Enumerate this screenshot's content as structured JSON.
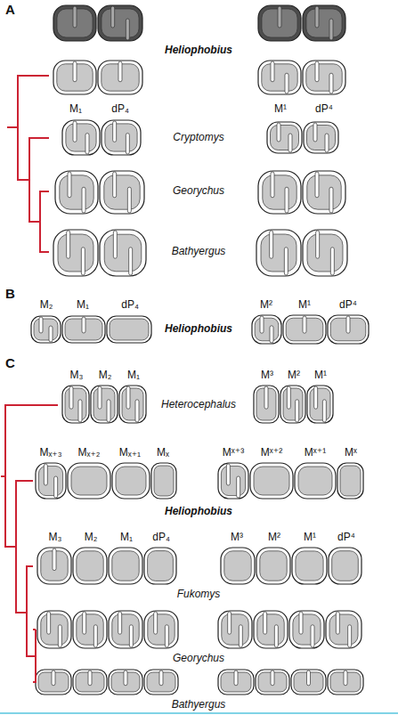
{
  "diagram": {
    "labels": [
      "A",
      "Heliophobius",
      "M₁",
      "dP₄",
      "M¹",
      "dP⁴",
      "Cryptomys",
      "Georychus",
      "Bathyergus",
      "B",
      "M₂",
      "M₁",
      "dP₄",
      "M²",
      "M¹",
      "dP⁴",
      "Heliophobius",
      "C",
      "M₃",
      "M₂",
      "M₁",
      "M³",
      "M²",
      "M¹",
      "Heterocephalus",
      "Mₓ₊₃",
      "Mₓ₊₂",
      "Mₓ₊₁",
      "Mₓ",
      "Mˣ⁺³",
      "Mˣ⁺²",
      "Mˣ⁺¹",
      "Mˣ",
      "Heliophobius",
      "M₃",
      "M₂",
      "M₁",
      "dP₄",
      "M³",
      "M²",
      "M¹",
      "dP⁴",
      "Fukomys",
      "Georychus",
      "Bathyergus"
    ]
  }
}
